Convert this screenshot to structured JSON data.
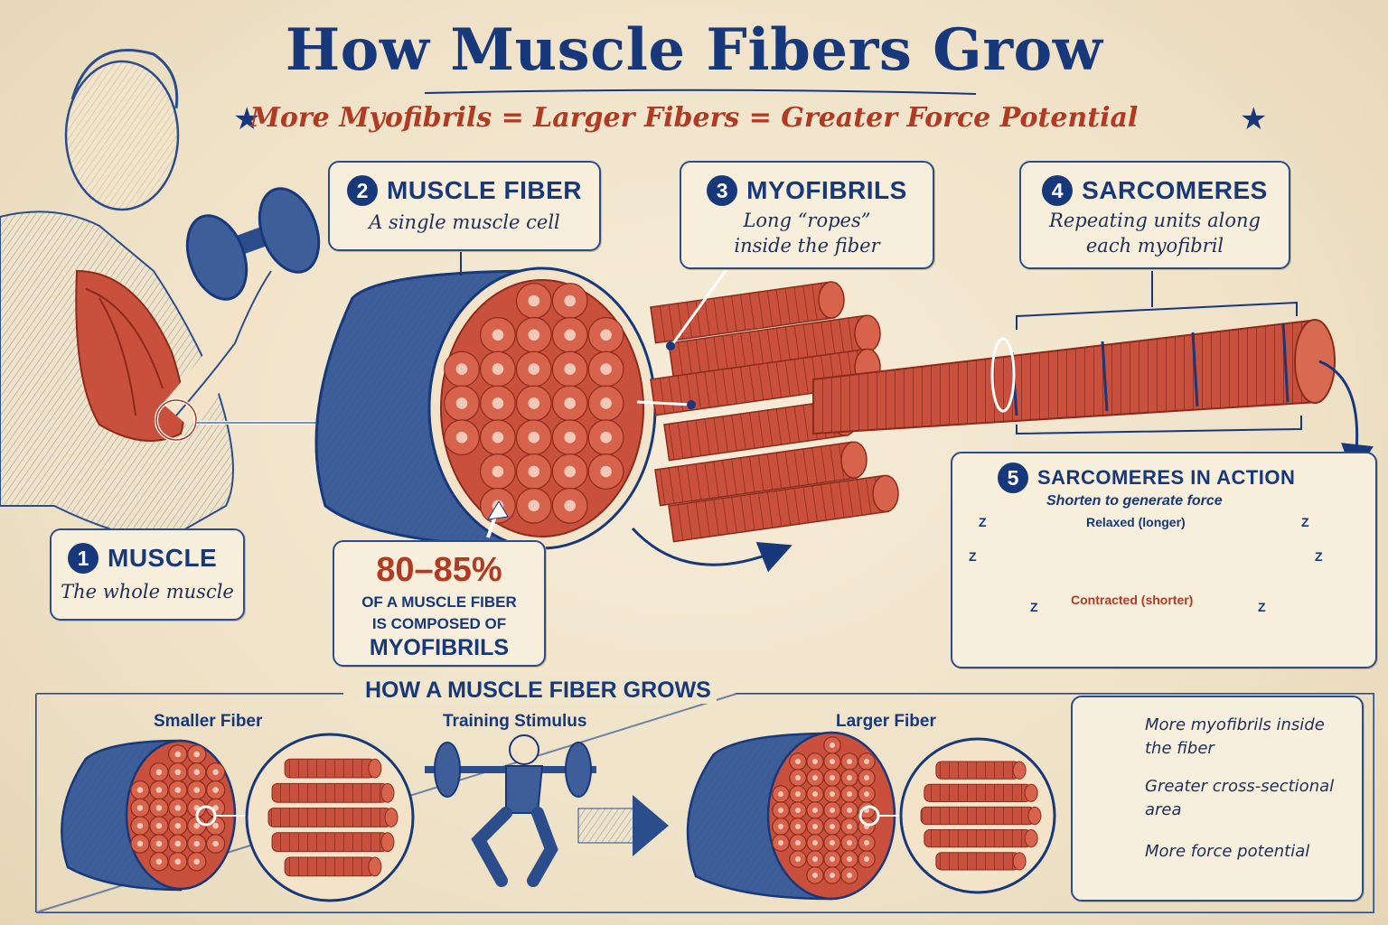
{
  "title": "How Muscle Fibers Grow",
  "subtitle": "More Myofibrils = Larger Fibers = Greater Force Potential",
  "star_symbol": "★",
  "callouts": [
    {
      "number": "1",
      "heading": "MUSCLE",
      "description": "The whole muscle"
    },
    {
      "number": "2",
      "heading": "MUSCLE FIBER",
      "description": "A single muscle cell"
    },
    {
      "number": "3",
      "heading": "MYOFIBRILS",
      "description": "Long “ropes” inside the fiber"
    },
    {
      "number": "4",
      "heading": "SARCOMERES",
      "description": "Repeating units along each myofibril"
    },
    {
      "number": "5",
      "heading": "SARCOMERES IN ACTION",
      "description": "Shorten to generate force"
    }
  ],
  "stat": {
    "value": "80–85%",
    "line1": "OF A MUSCLE FIBER",
    "line2": "IS COMPOSED OF",
    "line3": "MYOFIBRILS"
  },
  "sarcomere": {
    "relaxed_label": "Relaxed (longer)",
    "contracted_label": "Contracted (shorter)",
    "z_label": "Z"
  },
  "growth": {
    "heading": "HOW A MUSCLE FIBER GROWS",
    "smaller_label": "Smaller Fiber",
    "stimulus_label": "Training Stimulus",
    "larger_label": "Larger Fiber",
    "benefits": [
      {
        "icon": "bar-chart-up-icon",
        "text": "More myofibrils inside the fiber"
      },
      {
        "icon": "flexed-arm-icon",
        "text": "Greater cross-sectional area"
      },
      {
        "icon": "lightning-bolt-icon",
        "text": "More force potential"
      }
    ]
  },
  "colors": {
    "navy": "#17387a",
    "red": "#b03a22",
    "muscle_red": "#c8503c",
    "parchment": "#f3e8d2"
  }
}
